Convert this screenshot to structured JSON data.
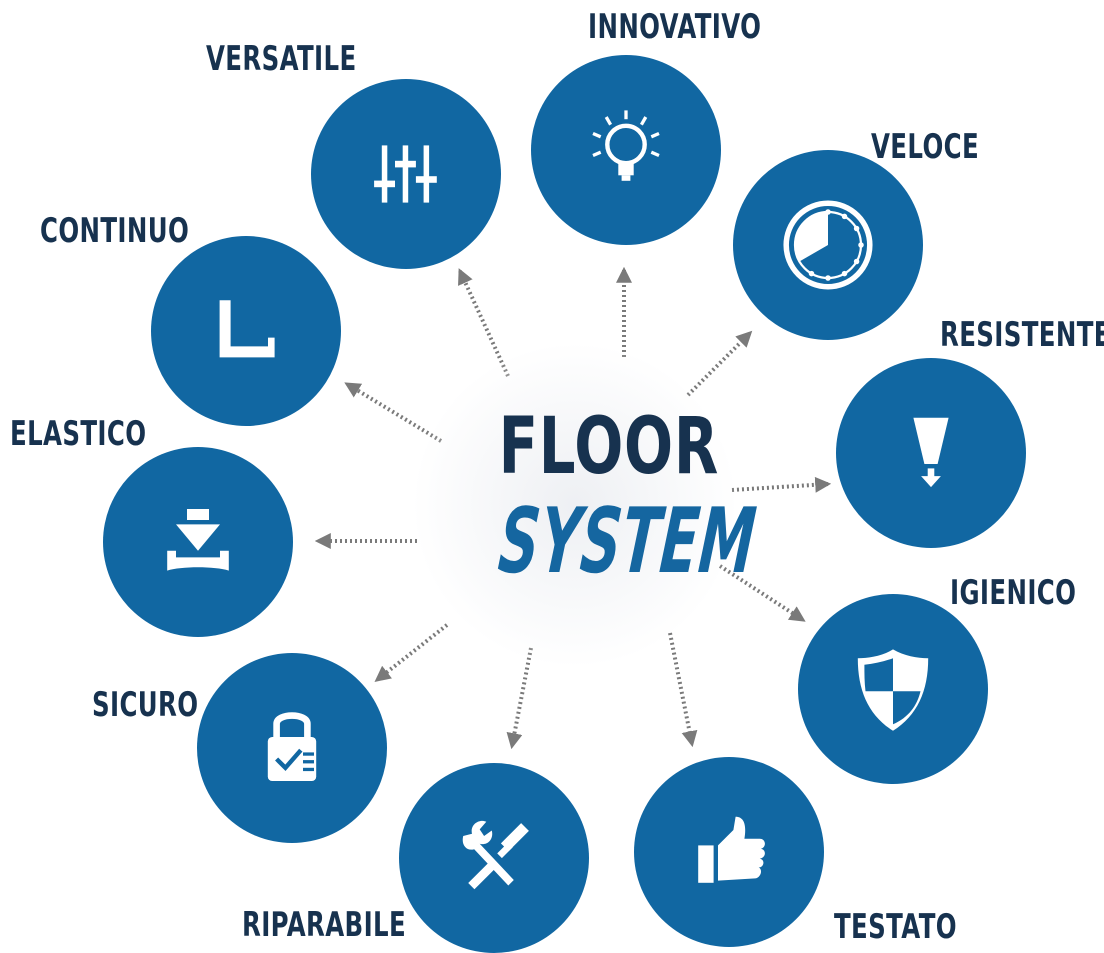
{
  "title": {
    "line1": "FLOOR",
    "line2": "SYSTEM"
  },
  "colors": {
    "circle": "#1167a2",
    "title_dark": "#17324f",
    "title_blue": "#1566a0",
    "arrow": "#7a7a7a"
  },
  "features": [
    {
      "label": "INNOVATIVO",
      "icon": "lightbulb-icon"
    },
    {
      "label": "VELOCE",
      "icon": "clock-icon"
    },
    {
      "label": "RESISTENTE",
      "icon": "weight-down-icon"
    },
    {
      "label": "IGIENICO",
      "icon": "shield-icon"
    },
    {
      "label": "TESTATO",
      "icon": "thumbs-up-icon"
    },
    {
      "label": "RIPARABILE",
      "icon": "tools-icon"
    },
    {
      "label": "SICURO",
      "icon": "lock-checklist-icon"
    },
    {
      "label": "ELASTICO",
      "icon": "press-down-icon"
    },
    {
      "label": "CONTINUO",
      "icon": "corner-icon"
    },
    {
      "label": "VERSATILE",
      "icon": "sliders-icon"
    }
  ]
}
